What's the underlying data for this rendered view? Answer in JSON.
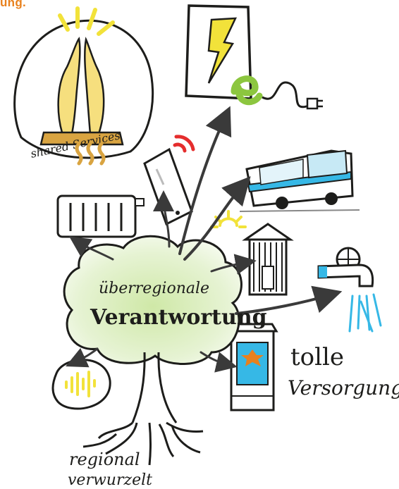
{
  "header": {
    "text": "ung.",
    "color": "#e8811e"
  },
  "labels": {
    "shared_services": "shared Services",
    "tree_line1": "überregionale",
    "tree_line2": "Verantwortung",
    "tolle": "tolle",
    "versorgung": "Versorgung'",
    "regional": "regional",
    "verwurzelt": "verwurzelt"
  },
  "icons": {
    "top_left": "hands-flame-icon",
    "heat": "heat-waves-icon",
    "radiator": "radiator-icon",
    "phone": "smartphone-wifi-icon",
    "electricity": "lightning-sign-icon",
    "emobility": "e-plug-icon",
    "bus": "bus-icon",
    "sun": "sun-icon",
    "house": "house-icon",
    "water": "water-tap-icon",
    "pillar": "advertising-pillar-icon",
    "audio": "sound-wave-icon"
  },
  "colors": {
    "ink": "#1d1d1b",
    "orange": "#e8811e",
    "yellow": "#f2e23a",
    "green": "#8cc63f",
    "cyan": "#36b8e6",
    "red": "#e52d2d",
    "tree_fill": "#dff0c8"
  }
}
